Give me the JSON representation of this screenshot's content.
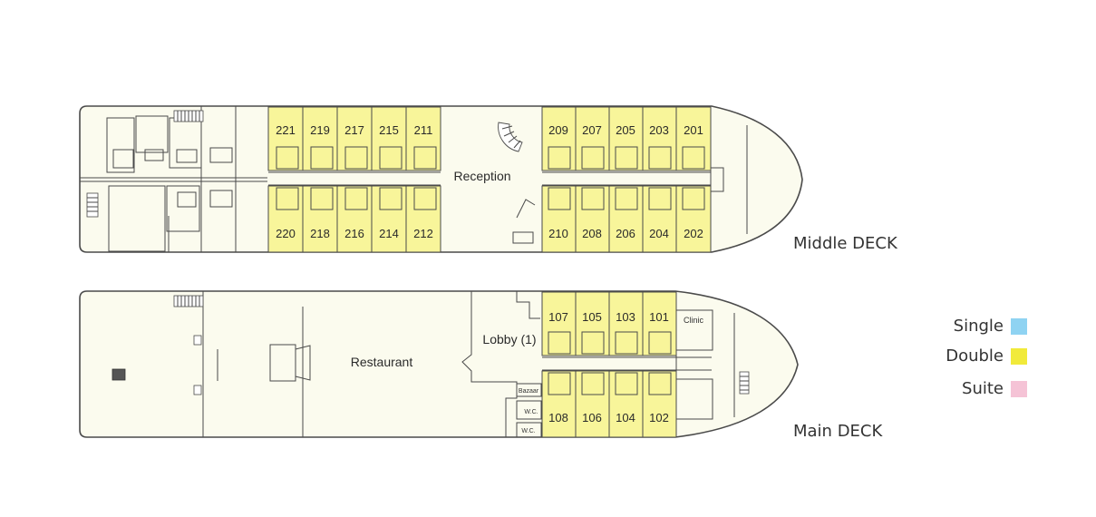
{
  "decks": {
    "middle": {
      "label": "Middle DECK",
      "reception": "Reception",
      "top_cabins_aft": [
        "221",
        "219",
        "217",
        "215",
        "211"
      ],
      "top_cabins_fwd": [
        "209",
        "207",
        "205",
        "203",
        "201"
      ],
      "bottom_cabins_aft": [
        "220",
        "218",
        "216",
        "214",
        "212"
      ],
      "bottom_cabins_fwd": [
        "210",
        "208",
        "206",
        "204",
        "202"
      ]
    },
    "main": {
      "label": "Main DECK",
      "restaurant": "Restaurant",
      "lobby": "Lobby (1)",
      "clinic": "Clinic",
      "bazaar": "Bazaar",
      "wc1": "W.C.",
      "wc2": "W.C.",
      "top_cabins": [
        "107",
        "105",
        "103",
        "101"
      ],
      "bottom_cabins": [
        "108",
        "106",
        "104",
        "102"
      ]
    }
  },
  "legend": [
    {
      "label": "Single",
      "color": "#8fd3f2"
    },
    {
      "label": "Double",
      "color": "#f1ea3a"
    },
    {
      "label": "Suite",
      "color": "#f5c3d6"
    }
  ],
  "colors": {
    "cabin": "#f8f59a",
    "hull": "#fbfbee"
  }
}
